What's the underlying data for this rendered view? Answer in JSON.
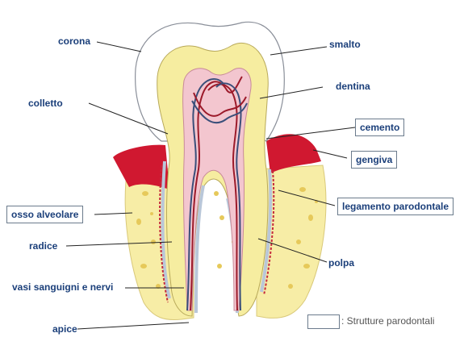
{
  "labels": {
    "corona": "corona",
    "colletto": "colletto",
    "smalto": "smalto",
    "dentina": "dentina",
    "cemento": "cemento",
    "gengiva": "gengiva",
    "osso_alveolare": "osso alveolare",
    "legamento": "legamento parodontale",
    "radice": "radice",
    "polpa": "polpa",
    "vasi": "vasi sanguigni e nervi",
    "apice": "apice"
  },
  "legend": {
    "text": ": Strutture parodontali"
  },
  "colors": {
    "label": "#1b3f7a",
    "enamel": "#ffffff",
    "dentin": "#f6eda0",
    "pulp": "#f3c6cf",
    "gum": "#c8102e",
    "bone": "#f7eda6",
    "ligament": "#b9c7d9",
    "vessel_red": "#9c1a2a",
    "vessel_blue": "#3a4f7a"
  }
}
